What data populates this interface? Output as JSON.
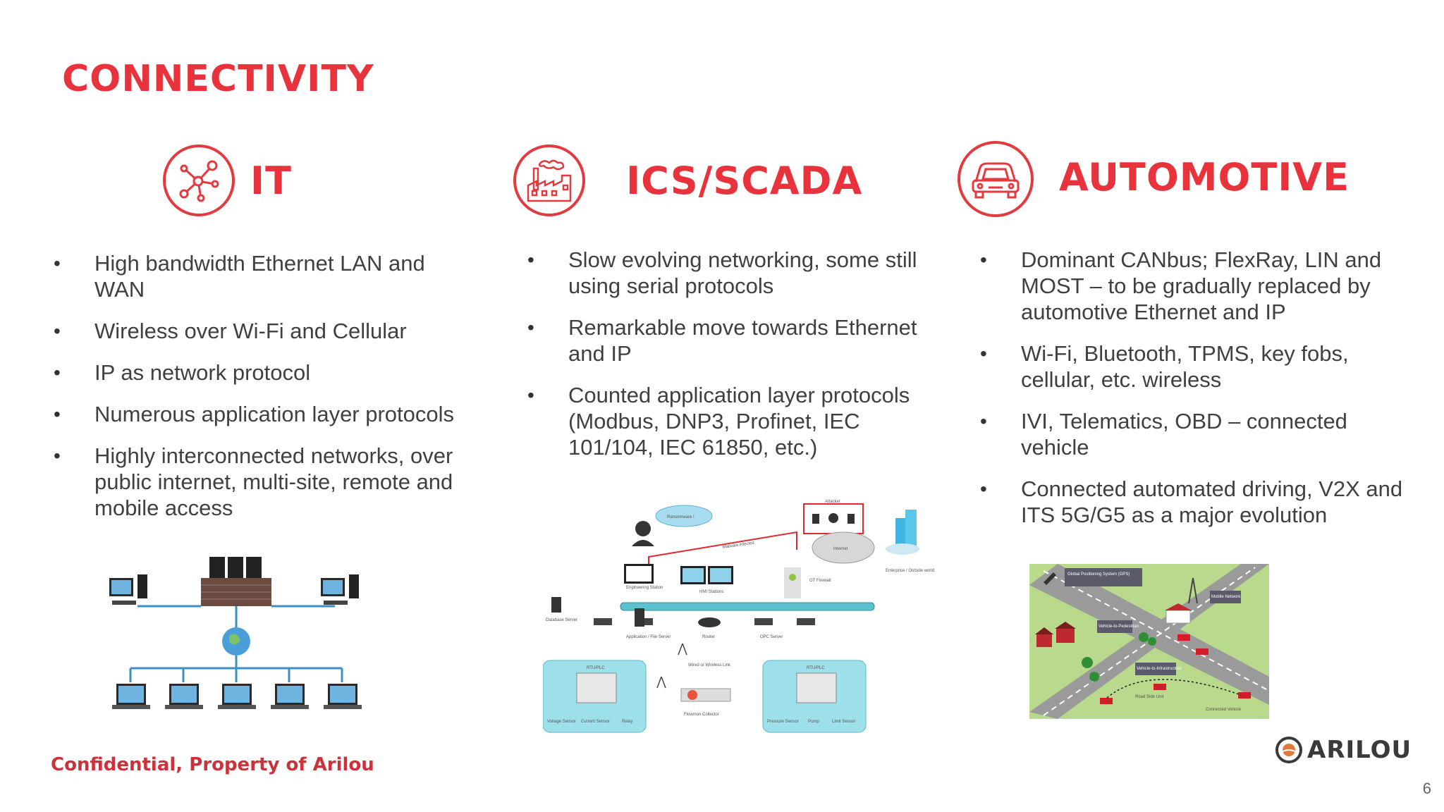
{
  "slide": {
    "title": "CONNECTIVITY",
    "page_number": "6",
    "confidential": "Confidential, Property of Arilou",
    "logo_text": "ARILOU"
  },
  "columns": [
    {
      "title": "IT",
      "icon": "network-nodes-icon",
      "bullets": [
        "High bandwidth Ethernet LAN and WAN",
        "Wireless over Wi-Fi and Cellular",
        "IP as network protocol",
        "Numerous application layer protocols",
        "Highly interconnected networks, over public internet, multi-site, remote and mobile access"
      ]
    },
    {
      "title": "ICS/SCADA",
      "icon": "factory-icon",
      "bullets": [
        "Slow evolving networking, some still using serial protocols",
        "Remarkable move towards Ethernet and IP",
        "Counted application layer protocols (Modbus, DNP3, Profinet, IEC 101/104, IEC 61850, etc.)"
      ]
    },
    {
      "title": "AUTOMOTIVE",
      "icon": "car-icon",
      "bullets": [
        "Dominant CANbus; FlexRay, LIN and MOST – to be gradually replaced by automotive Ethernet and IP",
        "Wi-Fi, Bluetooth, TPMS, key fobs, cellular, etc. wireless",
        "IVI, Telematics, OBD – connected vehicle",
        "Connected automated driving, V2X and ITS 5G/G5 as a major evolution"
      ]
    }
  ],
  "scada_diagram": {
    "ransomware": "Ransomware !",
    "malware": "Malware infected",
    "attacker": "Attacker",
    "internet": "Internet",
    "enterprise": "Enterprise / Outside world",
    "ot_firewall": "OT Firewall",
    "engineering": "Engineering Station",
    "hmi": "HMI Stations",
    "database": "Database Server",
    "app_server": "Application / File Server",
    "router": "Router",
    "opc": "OPC Server",
    "wired": "Wired or Wireless Link",
    "flowmon": "Flowmon Collector",
    "rtu_left": "RTU/PLC",
    "rtu_right": "RTU/PLC",
    "voltage": "Voltage Sensor",
    "current": "Current Sensor",
    "relay": "Relay",
    "pressure": "Pressure Sensor",
    "pump": "Pump",
    "limit": "Limit Sensor"
  },
  "v2x_diagram": {
    "gps": "Global Positioning System (GPS)",
    "mobile": "Mobile Network",
    "v2p": "Vehicle-to-Pedestrian",
    "v2i": "Vehicle-to-Infrastructure",
    "rsu": "Road Side Unit",
    "connected": "Connected Vehicle"
  },
  "colors": {
    "accent": "#e8333c"
  }
}
